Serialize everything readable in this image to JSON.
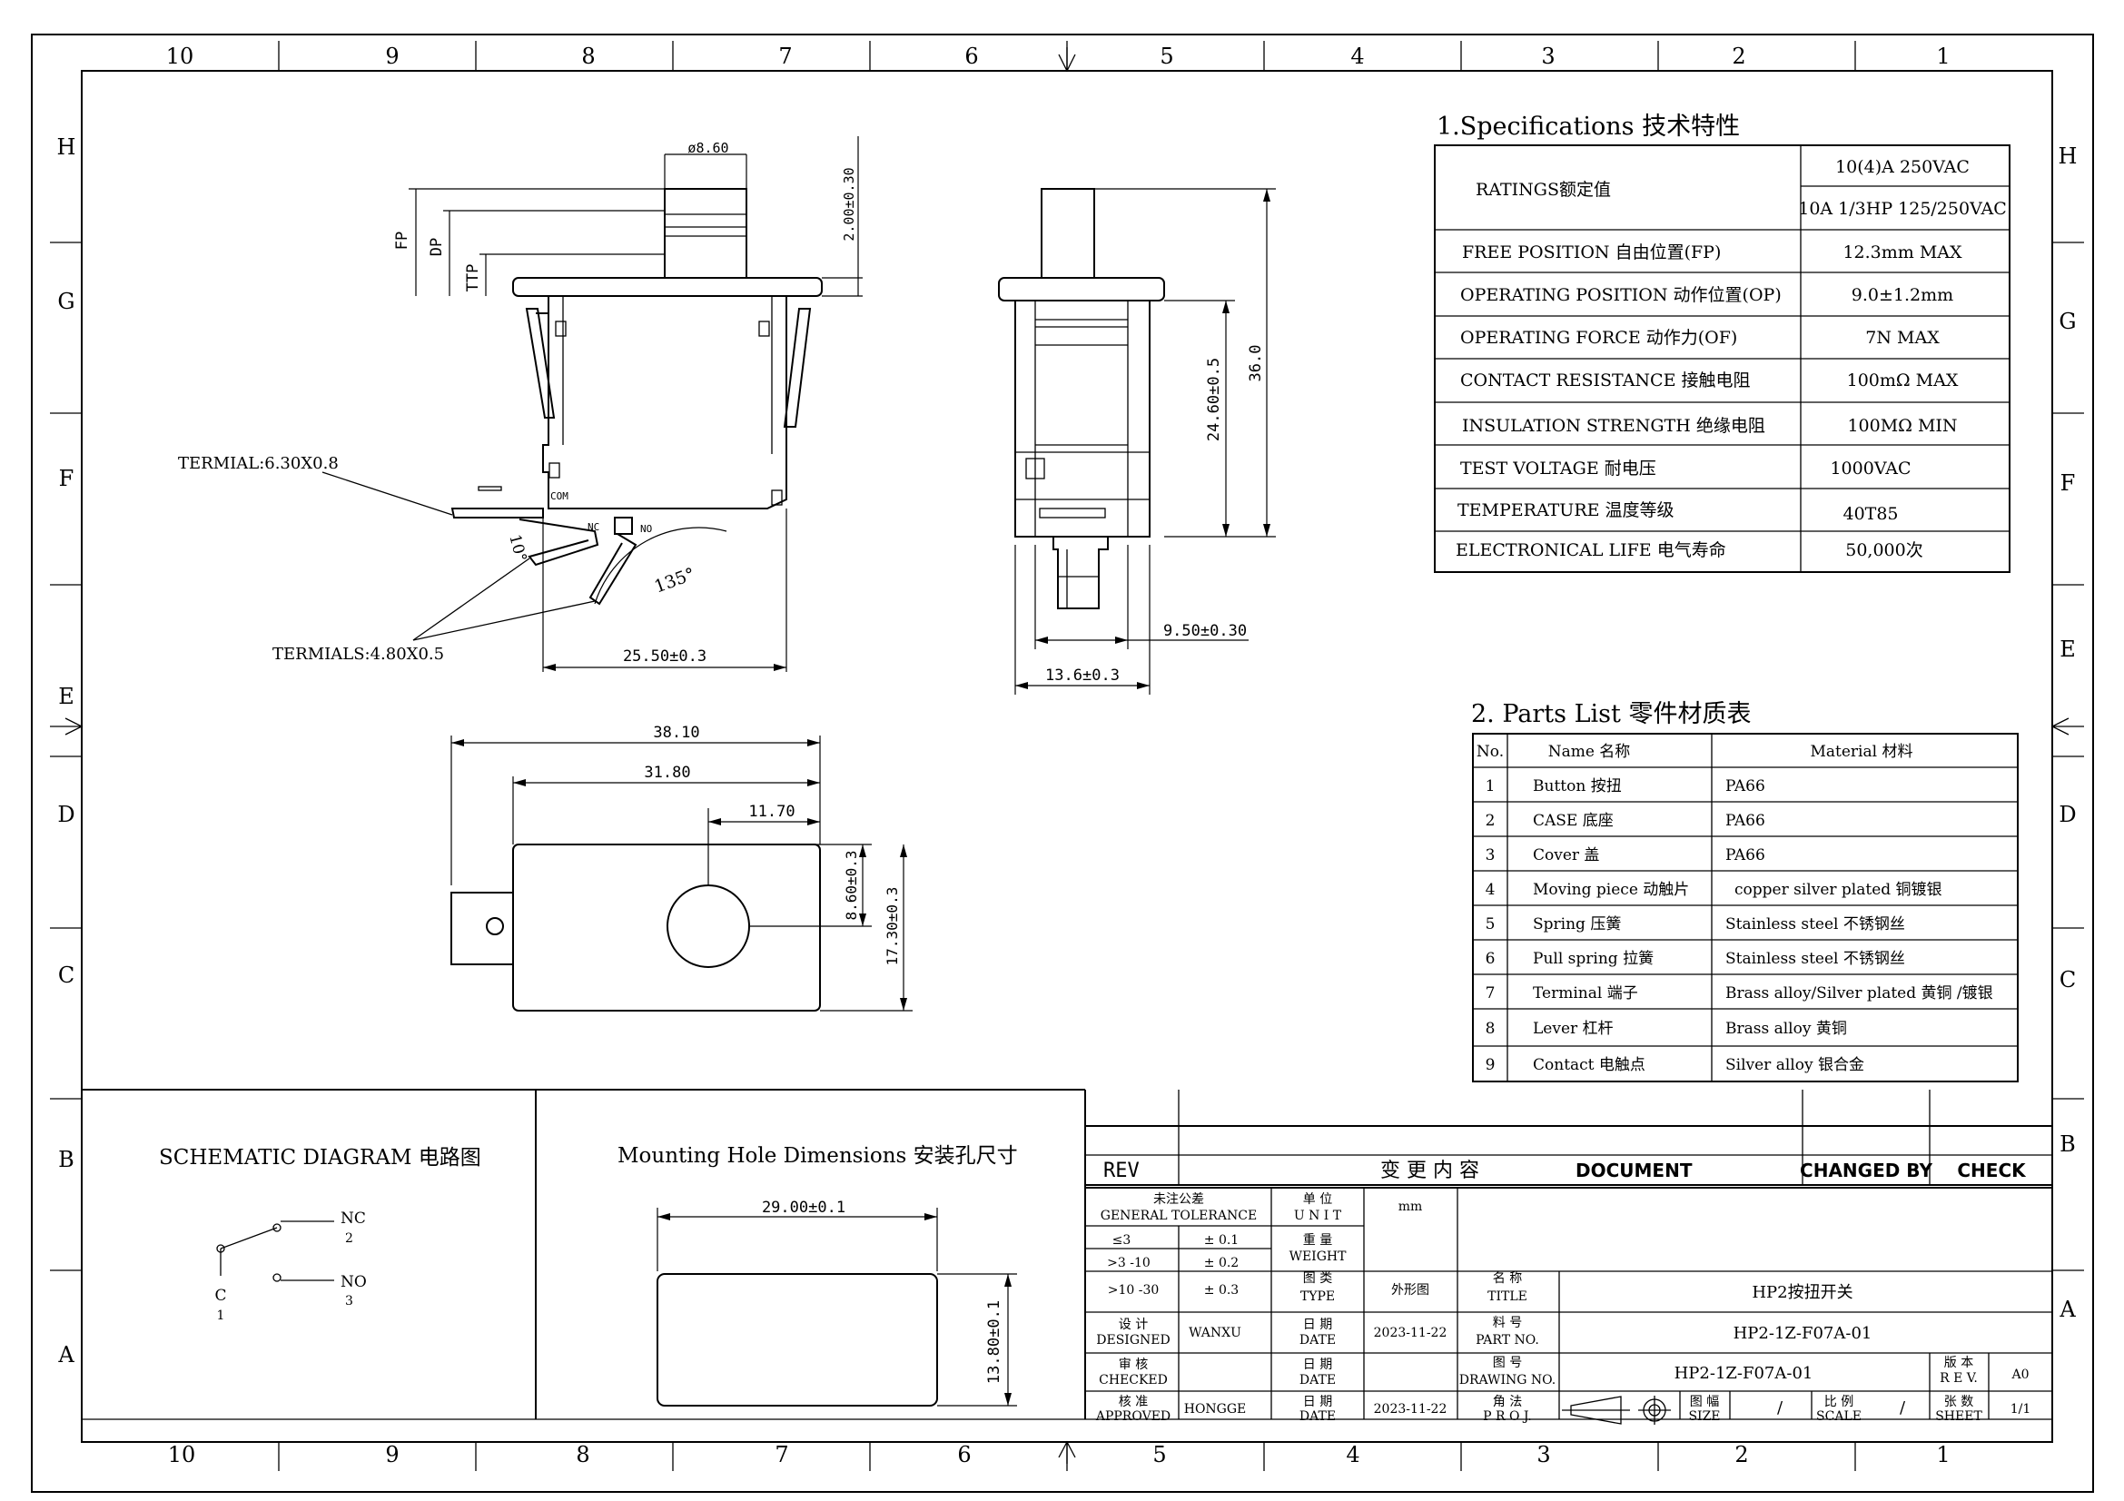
{
  "frame": {
    "columns": [
      "10",
      "9",
      "8",
      "7",
      "6",
      "5",
      "4",
      "3",
      "2",
      "1"
    ],
    "rows": [
      "H",
      "G",
      "F",
      "E",
      "D",
      "C",
      "B",
      "A"
    ]
  },
  "front_view": {
    "dia_button": "ø8.60",
    "dim_height_button": "2.00±0.30",
    "fp": "FP",
    "dp": "DP",
    "ttp": "TTP",
    "terminal_label": "TERMIAL:6.30X0.8",
    "terminals_label": "TERMIALS:4.80X0.5",
    "com": "COM",
    "nc": "NC",
    "no": "NO",
    "angle_10": "10°",
    "angle_135": "135°",
    "dim_width": "25.50±0.3"
  },
  "side_view": {
    "dim_36": "36.0",
    "dim_24": "24.60±0.5",
    "dim_950": "9.50±0.30",
    "dim_136": "13.6±0.3"
  },
  "top_view": {
    "dim_3810": "38.10",
    "dim_3180": "31.80",
    "dim_1170": "11.70",
    "dim_860": "8.60±0.3",
    "dim_1730": "17.30±0.3"
  },
  "specifications": {
    "title": "1.Specifications  技术特性",
    "rows": [
      {
        "name": "RATINGS额定值",
        "value": [
          "10(4)A 250VAC",
          "10A 1/3HP 125/250VAC"
        ]
      },
      {
        "name": "FREE POSITION 自由位置(FP)",
        "value": [
          "12.3mm MAX"
        ]
      },
      {
        "name": "OPERATING POSITION 动作位置(OP)",
        "value": [
          "9.0±1.2mm"
        ]
      },
      {
        "name": "OPERATING FORCE 动作力(OF)",
        "value": [
          "7N MAX"
        ]
      },
      {
        "name": "CONTACT RESISTANCE 接触电阻",
        "value": [
          "100mΩ MAX"
        ]
      },
      {
        "name": "INSULATION STRENGTH 绝缘电阻",
        "value": [
          "100MΩ MIN"
        ]
      },
      {
        "name": "TEST VOLTAGE 耐电压",
        "value": [
          "1000VAC"
        ]
      },
      {
        "name": "TEMPERATURE 温度等级",
        "value": [
          "40T85"
        ]
      },
      {
        "name": "ELECTRONICAL LIFE 电气寿命",
        "value": [
          "50,000次"
        ]
      }
    ]
  },
  "parts_list": {
    "title": "2. Parts List  零件材质表",
    "headers": [
      "No.",
      "Name 名称",
      "Material 材料"
    ],
    "rows": [
      {
        "no": "1",
        "name": "Button 按扭",
        "material": "PA66"
      },
      {
        "no": "2",
        "name": "CASE 底座",
        "material": "PA66"
      },
      {
        "no": "3",
        "name": "Cover 盖",
        "material": "PA66"
      },
      {
        "no": "4",
        "name": "Moving piece 动触片",
        "material": "copper silver plated 铜镀银"
      },
      {
        "no": "5",
        "name": "Spring 压簧",
        "material": "Stainless steel  不锈钢丝"
      },
      {
        "no": "6",
        "name": "Pull spring 拉簧",
        "material": "Stainless steel  不锈钢丝"
      },
      {
        "no": "7",
        "name": "Terminal  端子",
        "material": "Brass alloy/Silver plated    黄铜 /镀银"
      },
      {
        "no": "8",
        "name": "Lever  杠杆",
        "material": "Brass alloy    黄铜"
      },
      {
        "no": "9",
        "name": "Contact 电触点",
        "material": "Silver alloy 银合金"
      }
    ]
  },
  "schematic": {
    "title": "SCHEMATIC DIAGRAM  电路图",
    "nc": "NC",
    "nc_num": "2",
    "no": "NO",
    "no_num": "3",
    "c": "C",
    "c_num": "1"
  },
  "mounting": {
    "title": "Mounting Hole Dimensions  安装孔尺寸",
    "width": "29.00±0.1",
    "height": "13.80±0.1"
  },
  "title_block": {
    "rev": "REV",
    "change_content": "变  更  内  容",
    "document": "DOCUMENT",
    "changed_by": "CHANGED BY",
    "check": "CHECK",
    "tolerance_cn": "未注公差",
    "tolerance_en": "GENERAL TOLERANCE",
    "unit_cn": "单 位",
    "unit_en": "U N I T",
    "unit_value": "mm",
    "tol_rows": [
      {
        "range": "≤3",
        "tol": "± 0.1"
      },
      {
        "range": ">3 -10",
        "tol": "± 0.2"
      },
      {
        "range": ">10 -30",
        "tol": "± 0.3"
      }
    ],
    "weight_cn": "重 量",
    "weight_en": "WEIGHT",
    "type_cn": "图 类",
    "type_en": "TYPE",
    "type_value": "外形图",
    "title_cn": "名 称",
    "title_en": "TITLE",
    "title_value": "HP2按扭开关",
    "designed_cn": "设 计",
    "designed_en": "DESIGNED",
    "designed_value": "WANXU",
    "date_cn": "日 期",
    "date_en": "DATE",
    "designed_date": "2023-11-22",
    "part_cn": "料 号",
    "part_en": "PART NO.",
    "part_value": "HP2-1Z-F07A-01",
    "checked_cn": "审 核",
    "checked_en": "CHECKED",
    "drawing_cn": "图 号",
    "drawing_en": "DRAWING NO.",
    "drawing_value": "HP2-1Z-F07A-01",
    "rev_cn": "版 本",
    "rev_en": "R E V.",
    "rev_value": "A0",
    "approved_cn": "核 准",
    "approved_en": "APPROVED",
    "approved_value": "HONGGE",
    "approved_date": "2023-11-22",
    "proj_cn": "角 法",
    "proj_en": "P R O J.",
    "size_cn": "图 幅",
    "size_en": "SIZE",
    "size_value": "/",
    "scale_cn": "比 例",
    "scale_en": "SCALE",
    "scale_value": "/",
    "sheet_cn": "张 数",
    "sheet_en": "SHEET",
    "sheet_value": "1/1"
  }
}
